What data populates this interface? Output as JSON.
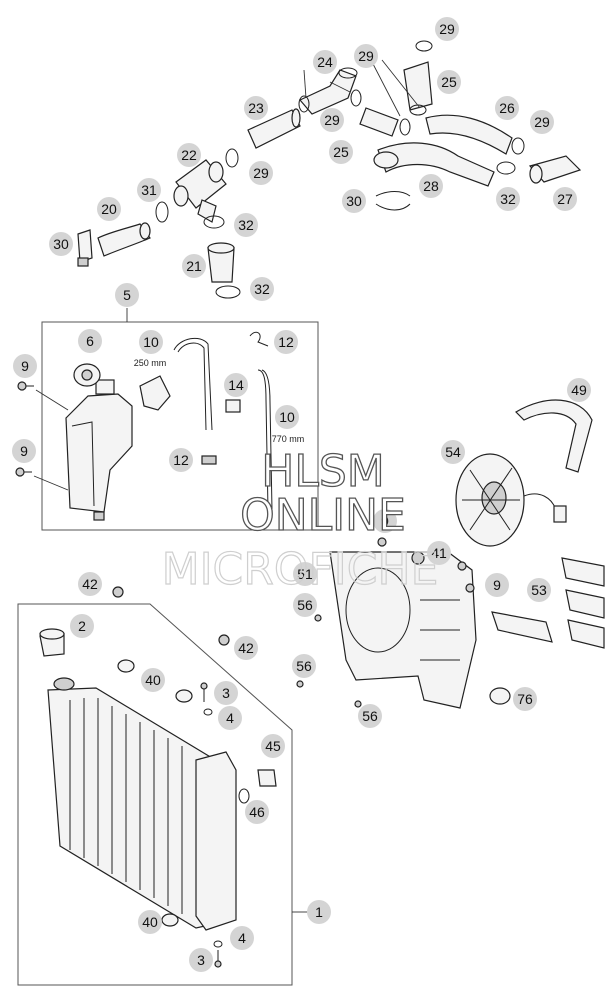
{
  "watermark": {
    "line1": "HLSM",
    "line2": "ONLINE",
    "line3": "MICROFICHE"
  },
  "measurements": {
    "hose_short": "250 mm",
    "hose_long": "770 mm"
  },
  "callouts": [
    {
      "id": "c-29a",
      "label": "29"
    },
    {
      "id": "c-24",
      "label": "24"
    },
    {
      "id": "c-29b",
      "label": "29"
    },
    {
      "id": "c-25a",
      "label": "25"
    },
    {
      "id": "c-23",
      "label": "23"
    },
    {
      "id": "c-29c",
      "label": "29"
    },
    {
      "id": "c-26",
      "label": "26"
    },
    {
      "id": "c-29d",
      "label": "29"
    },
    {
      "id": "c-25b",
      "label": "25"
    },
    {
      "id": "c-22",
      "label": "22"
    },
    {
      "id": "c-29e",
      "label": "29"
    },
    {
      "id": "c-31",
      "label": "31"
    },
    {
      "id": "c-20",
      "label": "20"
    },
    {
      "id": "c-30a",
      "label": "30"
    },
    {
      "id": "c-32a",
      "label": "32"
    },
    {
      "id": "c-21",
      "label": "21"
    },
    {
      "id": "c-32b",
      "label": "32"
    },
    {
      "id": "c-30b",
      "label": "30"
    },
    {
      "id": "c-28",
      "label": "28"
    },
    {
      "id": "c-32c",
      "label": "32"
    },
    {
      "id": "c-27",
      "label": "27"
    },
    {
      "id": "c-5",
      "label": "5"
    },
    {
      "id": "c-6",
      "label": "6"
    },
    {
      "id": "c-10a",
      "label": "10"
    },
    {
      "id": "c-12a",
      "label": "12"
    },
    {
      "id": "c-9a",
      "label": "9"
    },
    {
      "id": "c-14",
      "label": "14"
    },
    {
      "id": "c-10b",
      "label": "10"
    },
    {
      "id": "c-9b",
      "label": "9"
    },
    {
      "id": "c-12b",
      "label": "12"
    },
    {
      "id": "c-49",
      "label": "49"
    },
    {
      "id": "c-54",
      "label": "54"
    },
    {
      "id": "c-9c",
      "label": "9"
    },
    {
      "id": "c-41",
      "label": "41"
    },
    {
      "id": "c-9d",
      "label": "9"
    },
    {
      "id": "c-51",
      "label": "51"
    },
    {
      "id": "c-53",
      "label": "53"
    },
    {
      "id": "c-56a",
      "label": "56"
    },
    {
      "id": "c-56b",
      "label": "56"
    },
    {
      "id": "c-56c",
      "label": "56"
    },
    {
      "id": "c-76",
      "label": "76"
    },
    {
      "id": "c-42a",
      "label": "42"
    },
    {
      "id": "c-2",
      "label": "2"
    },
    {
      "id": "c-42b",
      "label": "42"
    },
    {
      "id": "c-40a",
      "label": "40"
    },
    {
      "id": "c-3a",
      "label": "3"
    },
    {
      "id": "c-4a",
      "label": "4"
    },
    {
      "id": "c-45",
      "label": "45"
    },
    {
      "id": "c-46",
      "label": "46"
    },
    {
      "id": "c-1",
      "label": "1"
    },
    {
      "id": "c-40b",
      "label": "40"
    },
    {
      "id": "c-4b",
      "label": "4"
    },
    {
      "id": "c-3b",
      "label": "3"
    }
  ]
}
